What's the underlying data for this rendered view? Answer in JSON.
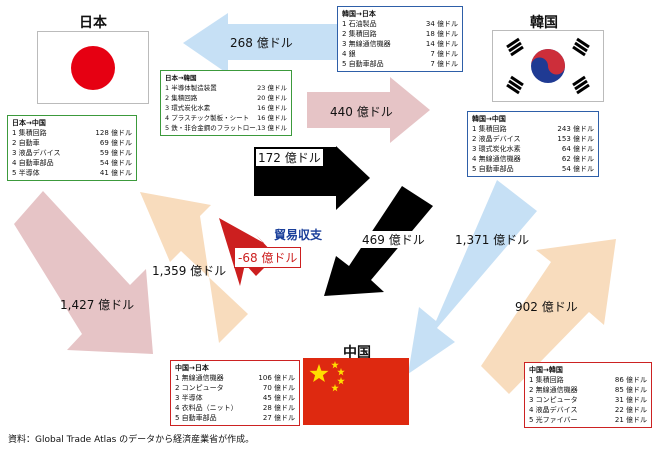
{
  "countries": {
    "japan": "日本",
    "korea": "韓国",
    "china": "中国"
  },
  "balance_title": "貿易収支",
  "balance_value": "-68 億ドル",
  "flows": {
    "kr_jp": "268 億ドル",
    "jp_kr": "440 億ドル",
    "jp_cn": "172 億ドル",
    "kr_cn": "469 億ドル",
    "kr_cn_big": "1,371 億ドル",
    "cn_jp": "1,359 億ドル",
    "cn_jp_big": "1,427 億ドル",
    "cn_kr": "902 億ドル"
  },
  "boxes": {
    "kr_to_jp": {
      "title": "韓国→日本",
      "rows": [
        {
          "name": "1 石油製品",
          "value": "34 億ドル"
        },
        {
          "name": "2 集積回路",
          "value": "18 億ドル"
        },
        {
          "name": "3 無線通信機器",
          "value": "14 億ドル"
        },
        {
          "name": "4 銀",
          "value": "7 億ドル"
        },
        {
          "name": "5 自動車部品",
          "value": "7 億ドル"
        }
      ]
    },
    "jp_to_kr": {
      "title": "日本→韓国",
      "rows": [
        {
          "name": "1 半導体製造装置",
          "value": "23 億ドル"
        },
        {
          "name": "2 集積回路",
          "value": "20 億ドル"
        },
        {
          "name": "3 環式炭化水素",
          "value": "16 億ドル"
        },
        {
          "name": "4 プラスチック製板・シート",
          "value": "16 億ドル"
        },
        {
          "name": "5 鉄・非合金鋼のフラットロール",
          "value": "13 億ドル"
        }
      ]
    },
    "jp_to_cn": {
      "title": "日本→中国",
      "rows": [
        {
          "name": "1 集積回路",
          "value": "128 億ドル"
        },
        {
          "name": "2 自動車",
          "value": "69 億ドル"
        },
        {
          "name": "3 液晶デバイス",
          "value": "59 億ドル"
        },
        {
          "name": "4 自動車部品",
          "value": "54 億ドル"
        },
        {
          "name": "5 半導体",
          "value": "41 億ドル"
        }
      ]
    },
    "kr_to_cn": {
      "title": "韓国→中国",
      "rows": [
        {
          "name": "1 集積回路",
          "value": "243 億ドル"
        },
        {
          "name": "2 液晶デバイス",
          "value": "153 億ドル"
        },
        {
          "name": "3 環式炭化水素",
          "value": "64 億ドル"
        },
        {
          "name": "4 無線通信機器",
          "value": "62 億ドル"
        },
        {
          "name": "5 自動車部品",
          "value": "54 億ドル"
        }
      ]
    },
    "cn_to_jp": {
      "title": "中国→日本",
      "rows": [
        {
          "name": "1 無線通信機器",
          "value": "106 億ドル"
        },
        {
          "name": "2 コンピュータ",
          "value": "70 億ドル"
        },
        {
          "name": "3 半導体",
          "value": "45 億ドル"
        },
        {
          "name": "4 衣料品（ニット）",
          "value": "28 億ドル"
        },
        {
          "name": "5 自動車部品",
          "value": "27 億ドル"
        }
      ]
    },
    "cn_to_kr": {
      "title": "中国→韓国",
      "rows": [
        {
          "name": "1 集積回路",
          "value": "86 億ドル"
        },
        {
          "name": "2 無線通信機器",
          "value": "85 億ドル"
        },
        {
          "name": "3 コンピュータ",
          "value": "31 億ドル"
        },
        {
          "name": "4 液晶デバイス",
          "value": "22 億ドル"
        },
        {
          "name": "5 光ファイバー",
          "value": "21 億ドル"
        }
      ]
    }
  },
  "source": "資料：Global Trade Atlas のデータから経済産業省が作成。",
  "colors": {
    "light_blue": "#c6e0f5",
    "pink": "#e6c4c6",
    "peach": "#f8dcbd",
    "black": "#000000",
    "red": "#cc1f1f",
    "blue_text": "#1a3f9a",
    "green_border": "#3c9a3c",
    "blue_border": "#2e5fa8",
    "red_border": "#cc2222"
  }
}
